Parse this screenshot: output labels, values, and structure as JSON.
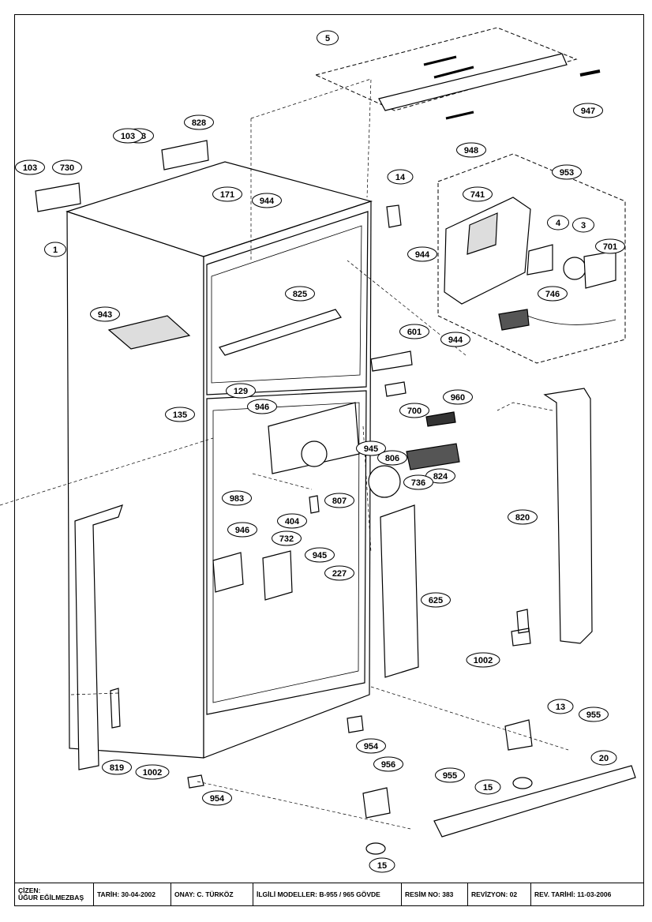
{
  "callouts": [
    "5",
    "103",
    "947",
    "948",
    "828",
    "103",
    "730",
    "103",
    "14",
    "953",
    "741",
    "4",
    "3",
    "701",
    "746",
    "171",
    "944",
    "944",
    "1",
    "943",
    "825",
    "601",
    "944",
    "129",
    "700",
    "960",
    "135",
    "946",
    "945",
    "806",
    "824",
    "736",
    "807",
    "983",
    "404",
    "820",
    "946",
    "732",
    "945",
    "227",
    "625",
    "1002",
    "13",
    "955",
    "20",
    "954",
    "15",
    "956",
    "955",
    "819",
    "1002",
    "954",
    "15"
  ],
  "title_block": {
    "drawn_by": "ÇİZEN:\nÜĞUR EĞİLMEZBAŞ",
    "date": "TARİH: 30-04-2002",
    "approved": "ONAY:  C. TÜRKÖZ",
    "models": "İLGİLİ MODELLER: B-955 / 965 GÖVDE",
    "drawing_no": "RESİM NO: 383",
    "revision": "REVİZYON: 02",
    "rev_date": "REV. TARİHİ: 11-03-2006"
  }
}
